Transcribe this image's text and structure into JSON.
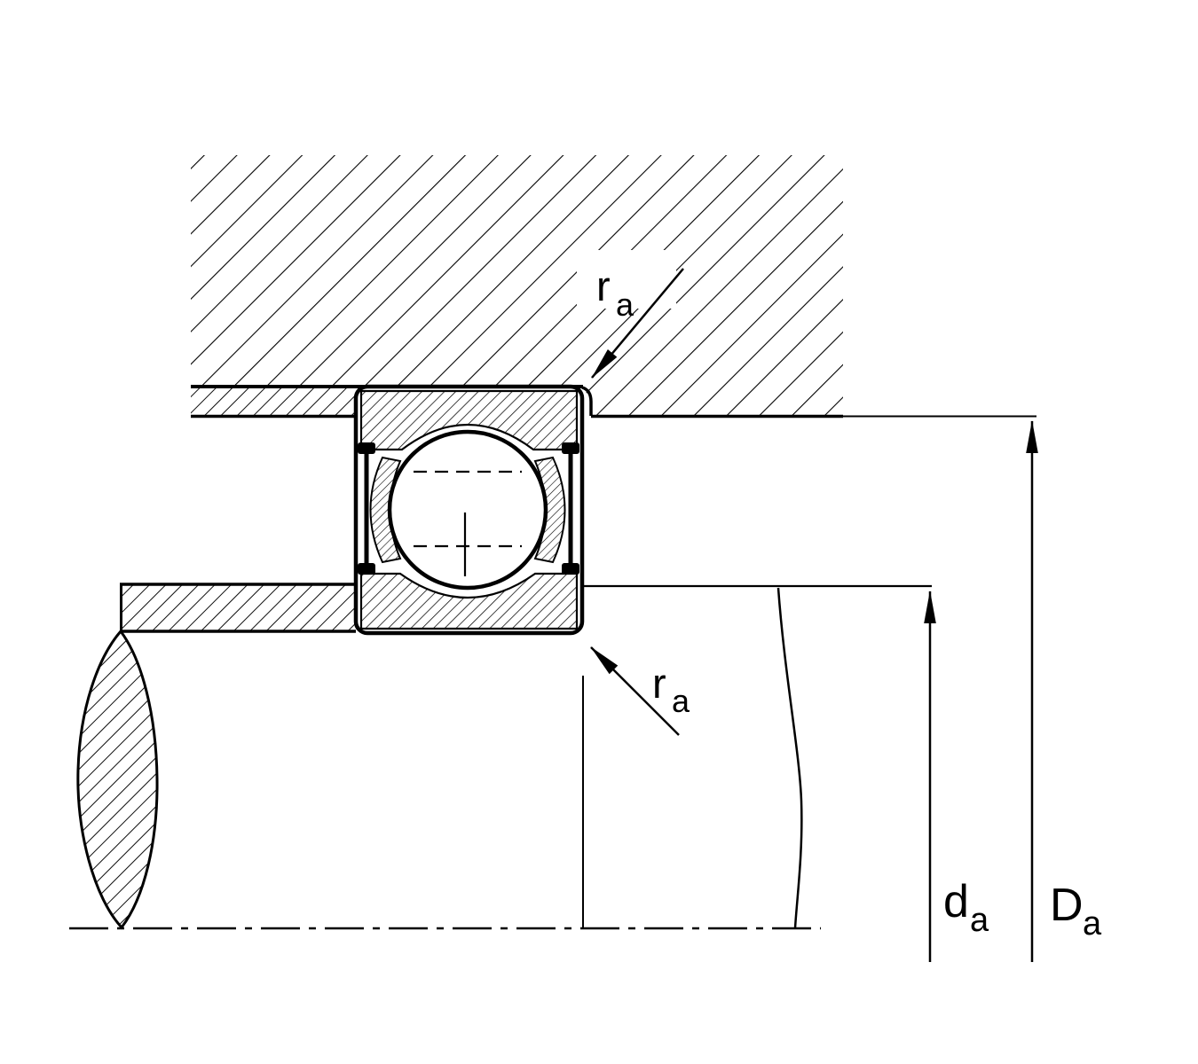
{
  "diagram": {
    "labels": {
      "fillet_top": {
        "base": "r",
        "sub": "a"
      },
      "fillet_bottom": {
        "base": "r",
        "sub": "a"
      },
      "shaft_abutment_diameter": {
        "base": "d",
        "sub": "a"
      },
      "housing_abutment_diameter": {
        "base": "D",
        "sub": "a"
      }
    },
    "colors": {
      "line": "#000000",
      "background": "#ffffff"
    }
  }
}
